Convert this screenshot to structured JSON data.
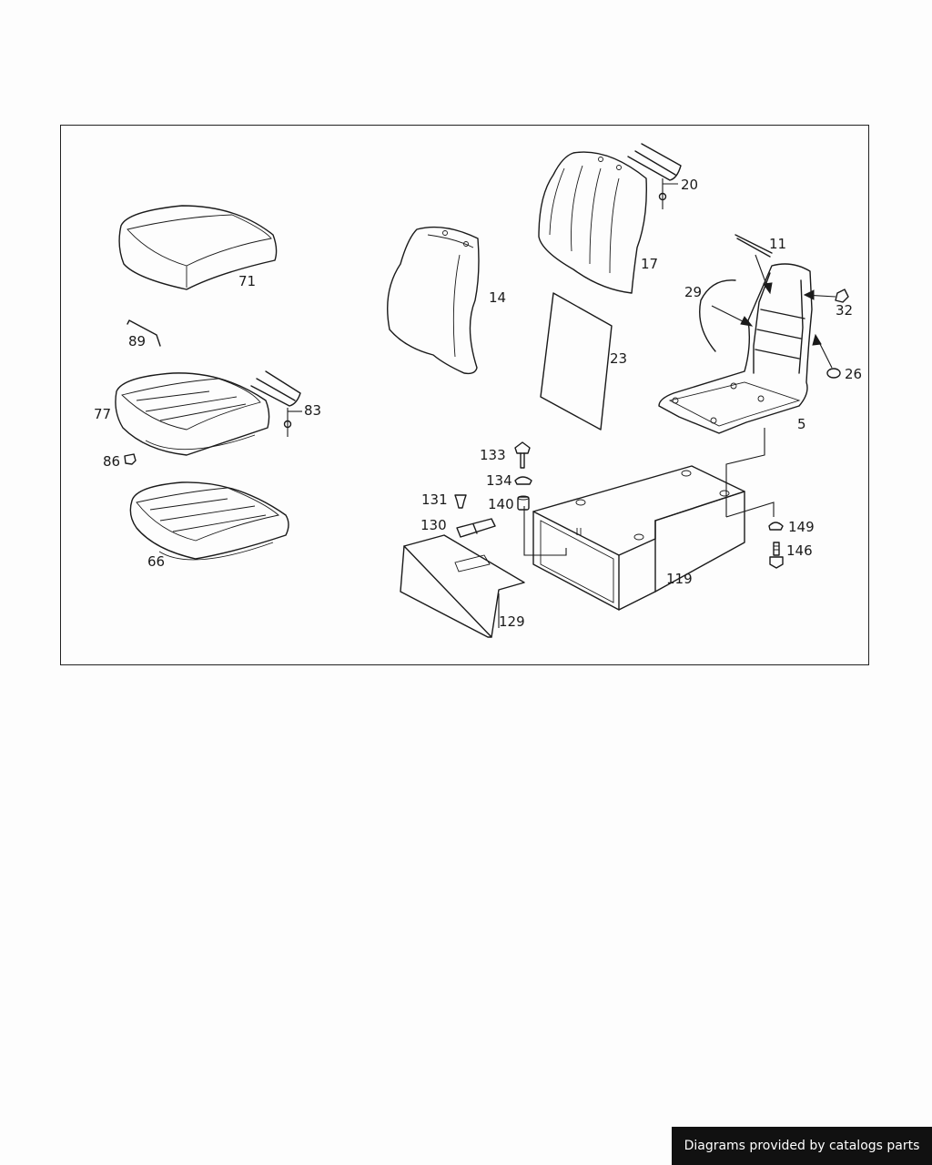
{
  "callouts": {
    "p71": "71",
    "p89": "89",
    "p77": "77",
    "p83": "83",
    "p86": "86",
    "p66": "66",
    "p14": "14",
    "p17": "17",
    "p20": "20",
    "p23": "23",
    "p11": "11",
    "p29": "29",
    "p32": "32",
    "p26": "26",
    "p5": "5",
    "p133": "133",
    "p134": "134",
    "p140": "140",
    "p131": "131",
    "p130": "130",
    "p129": "129",
    "p119": "119",
    "p149": "149",
    "p146": "146"
  },
  "credit": "Diagrams provided by catalogs parts"
}
